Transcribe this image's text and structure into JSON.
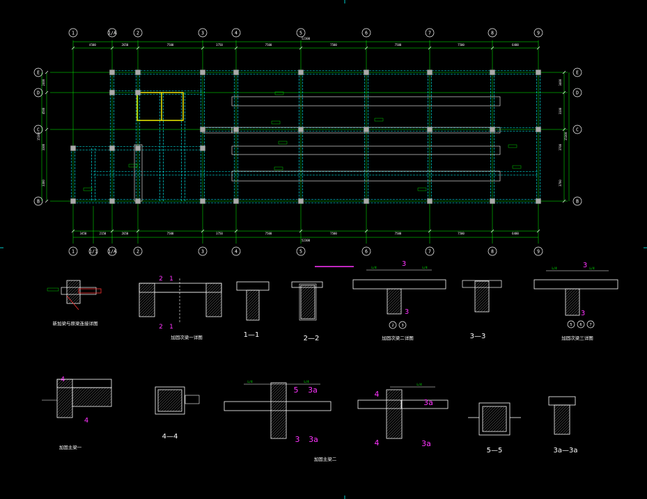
{
  "plan": {
    "col_labels_top": [
      "1",
      "1/A",
      "2",
      "3",
      "4",
      "5",
      "6",
      "7",
      "8",
      "9"
    ],
    "col_labels_bottom": [
      "1",
      "1/1",
      "1/A",
      "2",
      "3",
      "4",
      "5",
      "6",
      "7",
      "8",
      "9"
    ],
    "row_labels": [
      "E",
      "D",
      "C",
      "B"
    ],
    "dims_top": [
      "4500",
      "2650",
      "7500",
      "3750",
      "7500",
      "7500",
      "7500",
      "7500",
      "6400"
    ],
    "total_top": "52300",
    "dims_bottom": [
      "3450",
      "2150",
      "2650",
      "7500",
      "3750",
      "7500",
      "7500",
      "7500",
      "7500",
      "6400"
    ],
    "total_bottom": "52300",
    "dims_left": [
      "2400",
      "4500",
      "3300",
      "3300"
    ],
    "total_left": "15300",
    "dims_right": [
      "3400",
      "3100",
      "3700",
      "3700"
    ],
    "total_right": "15300"
  },
  "details": {
    "d1": {
      "caption": "新加梁与原梁连接详图"
    },
    "d2": {
      "caption": "加固次梁一详图",
      "marks": [
        "2",
        "1",
        "2",
        "1"
      ]
    },
    "d3": {
      "caption": "1—1"
    },
    "d4": {
      "caption": "2—2"
    },
    "d5": {
      "caption": "加固次梁二详图",
      "marks": [
        "3",
        "3"
      ],
      "circles": [
        "2",
        "3"
      ],
      "l4": "L/4"
    },
    "d6": {
      "caption": "3—3"
    },
    "d7": {
      "caption": "加固次梁三详图",
      "marks": [
        "3",
        "3"
      ],
      "circles": [
        "5",
        "6",
        "7"
      ],
      "l4": "L/4"
    },
    "d8": {
      "caption": "加固主梁一",
      "marks": [
        "4",
        "4"
      ]
    },
    "d9": {
      "caption": "4—4"
    },
    "d10": {
      "caption": "加固主梁二",
      "marks": [
        "5",
        "3a",
        "3",
        "3a"
      ],
      "l4": "L/4"
    },
    "d11": {
      "marks": [
        "4",
        "3a",
        "4",
        "3a"
      ],
      "l4": "L/4"
    },
    "d12": {
      "caption": "5—5"
    },
    "d13": {
      "caption": "3a—3a"
    }
  },
  "colors": {
    "background": "#000000",
    "lines": "#ffffff",
    "column_grid": "#00ff00",
    "beam_dashed": "#00ffff",
    "section_marks": "#ff33ff",
    "highlight": "#ffff00"
  }
}
